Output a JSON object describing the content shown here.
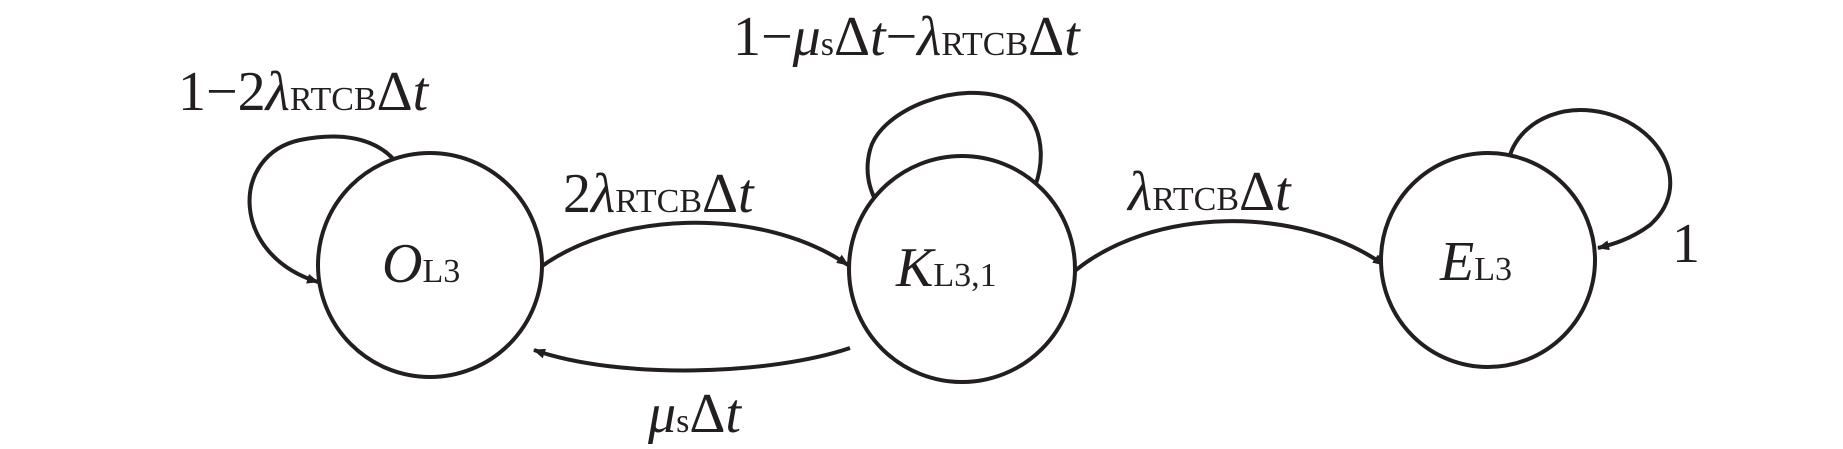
{
  "diagram": {
    "nodes": [
      {
        "id": "O",
        "main": "O",
        "sub": "L3"
      },
      {
        "id": "K",
        "main": "K",
        "sub": "L3,1"
      },
      {
        "id": "E",
        "main": "E",
        "sub": "L3"
      }
    ],
    "edges": {
      "o_self": {
        "prefix": "1−2",
        "sym": "λ",
        "sub": "RTCB",
        "tail": "Δ",
        "var": "t"
      },
      "o_to_k": {
        "prefix": "2",
        "sym": "λ",
        "sub": "RTCB",
        "tail": "Δ",
        "var": "t"
      },
      "k_to_o": {
        "sym": "μ",
        "sub": "s",
        "tail": "Δ",
        "var": "t"
      },
      "k_self": {
        "p1": "1−",
        "sym1": "μ",
        "sub1": "s",
        "tail1": "Δ",
        "var1": "t",
        "minus": "−",
        "sym2": "λ",
        "sub2": "RTCB",
        "tail2": "Δ",
        "var2": "t"
      },
      "k_to_e": {
        "sym": "λ",
        "sub": "RTCB",
        "tail": "Δ",
        "var": "t"
      },
      "e_self": {
        "text": "1"
      }
    }
  }
}
